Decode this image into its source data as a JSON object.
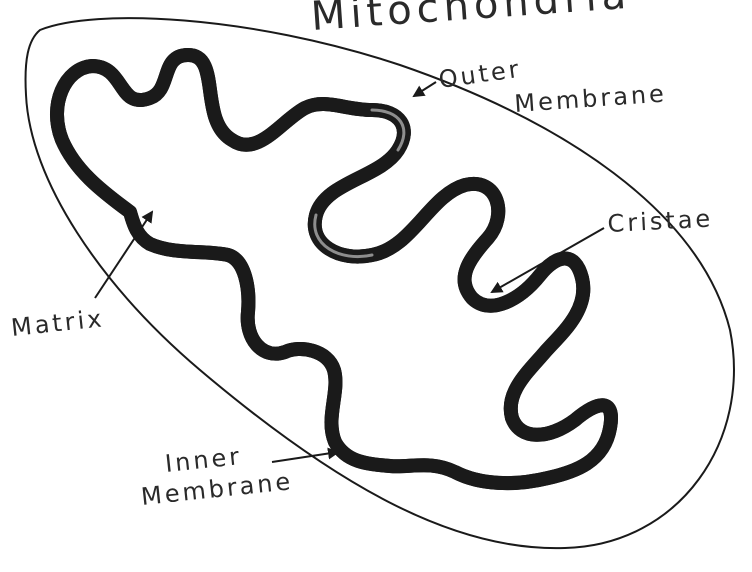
{
  "title": "Mitochondria",
  "labels": {
    "outer_membrane_line1": "Outer",
    "outer_membrane_line2": "Membrane",
    "cristae": "Cristae",
    "matrix": "Matrix",
    "inner_membrane_line1": "Inner",
    "inner_membrane_line2": "Membrane"
  },
  "colors": {
    "ink": "#1a1a1a",
    "membrane_fill": "#b9b9b9",
    "background": "#ffffff"
  }
}
